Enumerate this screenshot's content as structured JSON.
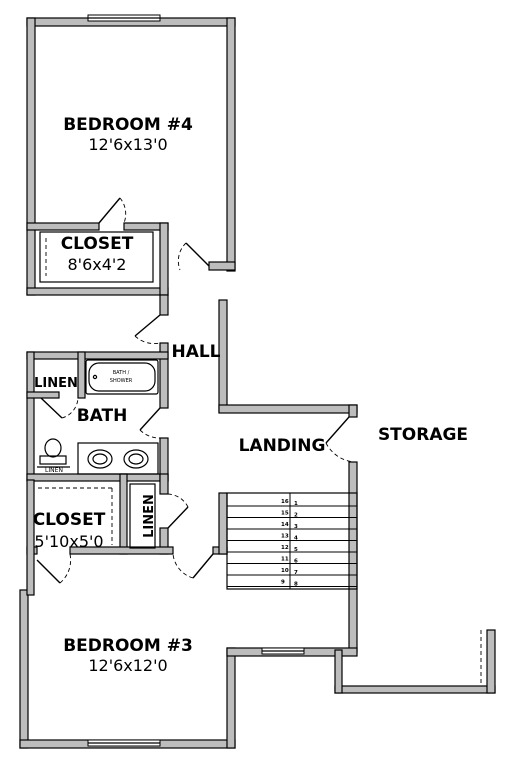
{
  "rooms": {
    "bedroom4": {
      "name": "BEDROOM #4",
      "size": "12'6x13'0"
    },
    "closet_b4": {
      "name": "CLOSET",
      "size": "8'6x4'2"
    },
    "hall": {
      "name": "HALL"
    },
    "linen_bath": {
      "name": "LINEN"
    },
    "bath": {
      "name": "BATH"
    },
    "tub": {
      "name": "BATH / SHOWER"
    },
    "linen_vanity": {
      "name": "LINEN"
    },
    "landing": {
      "name": "LANDING"
    },
    "storage": {
      "name": "STORAGE"
    },
    "closet_b3": {
      "name": "CLOSET",
      "size": "5'10x5'0"
    },
    "linen_hall": {
      "name": "LINEN"
    },
    "bedroom3": {
      "name": "BEDROOM #3",
      "size": "12'6x12'0"
    }
  },
  "stairs": {
    "left_numbers": [
      "16",
      "15",
      "14",
      "13",
      "12",
      "11",
      "10",
      "9"
    ],
    "right_numbers": [
      "1",
      "2",
      "3",
      "4",
      "5",
      "6",
      "7",
      "8"
    ]
  }
}
